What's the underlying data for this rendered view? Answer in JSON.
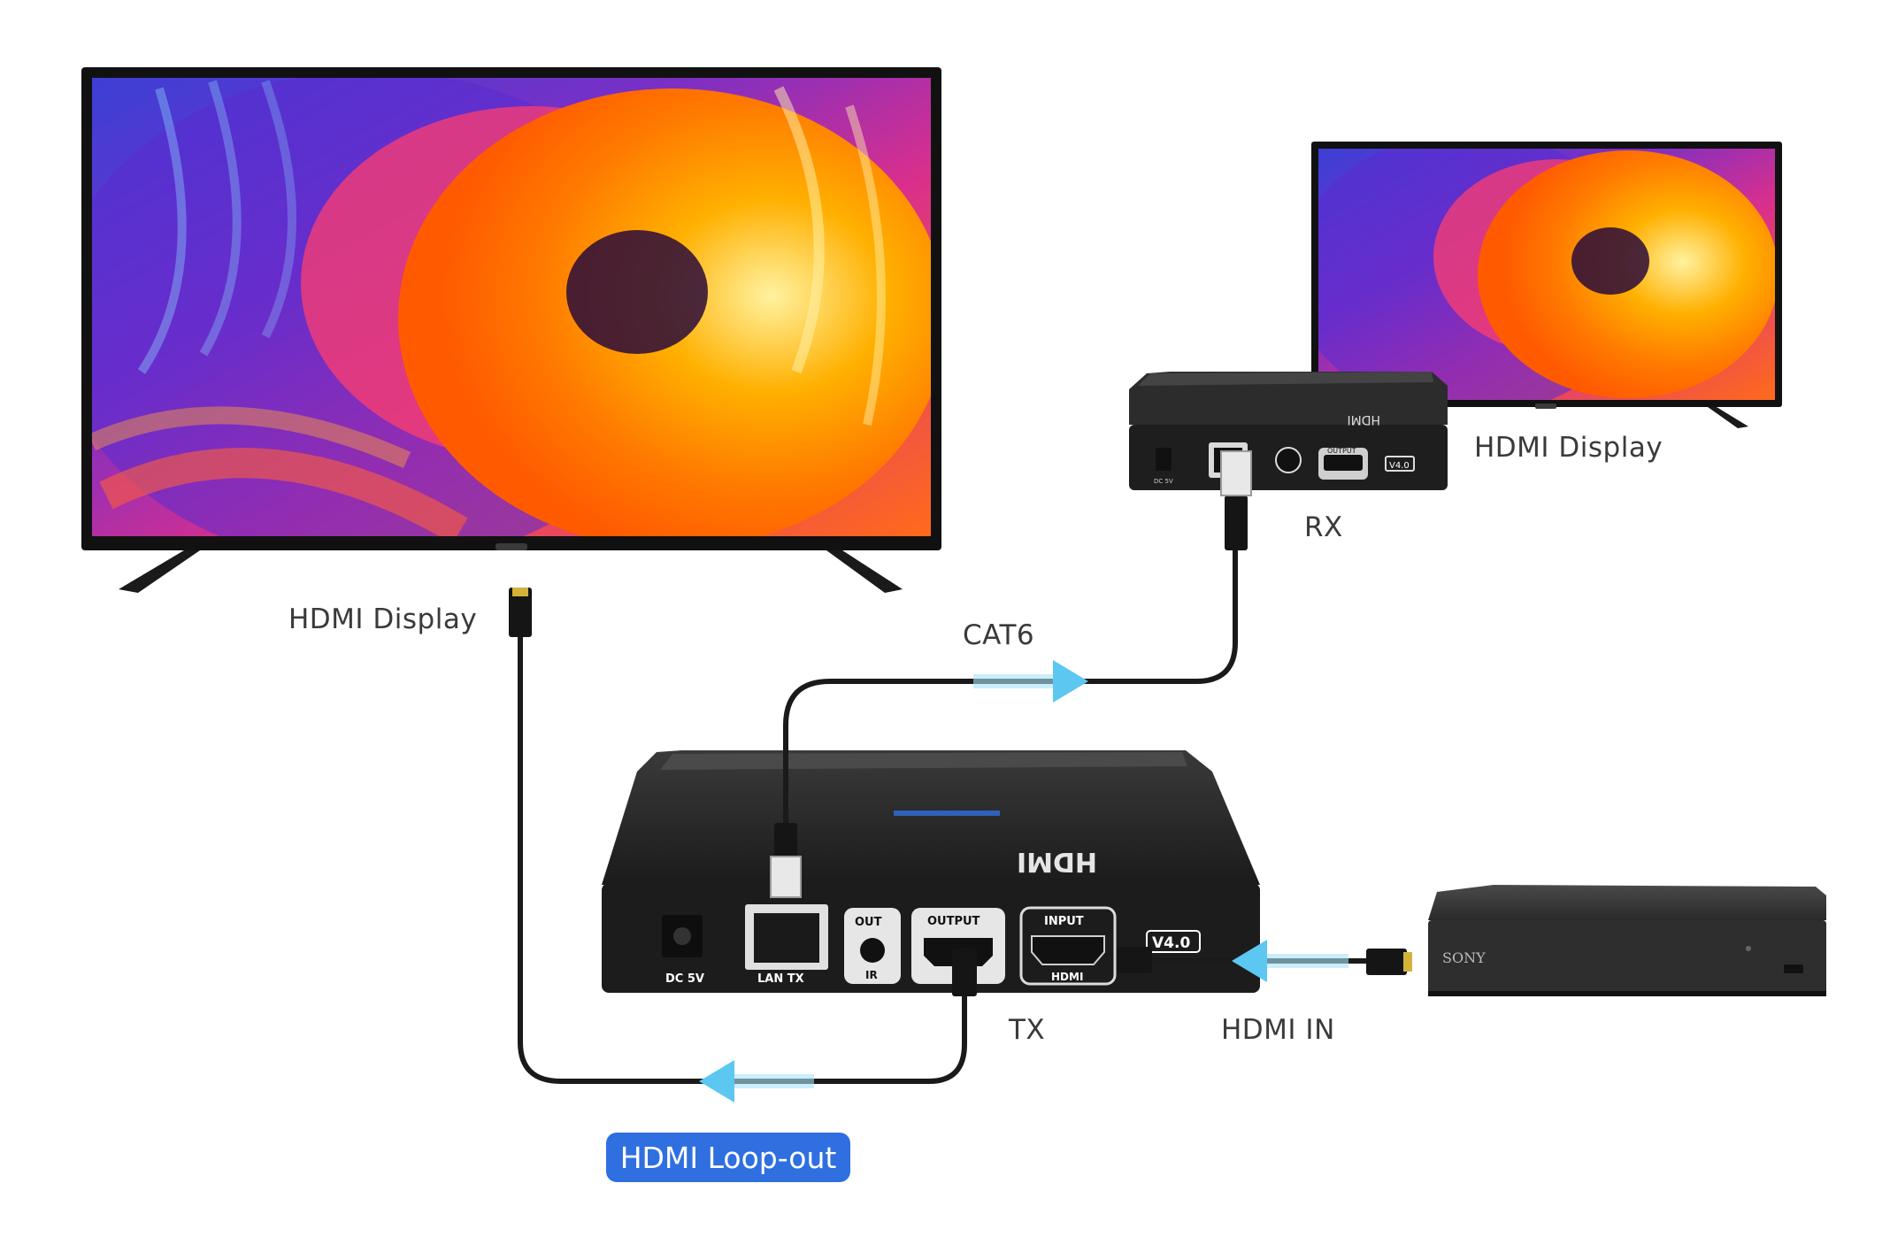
{
  "colors": {
    "cable": "#1a1a1a",
    "arrow": "#5cc8f2",
    "device": "#262626",
    "pill": "#2f6fe0",
    "label": "#3a3a3a"
  },
  "labels": {
    "display_left": "HDMI Display",
    "display_right": "HDMI Display",
    "rx": "RX",
    "tx": "TX",
    "cat6": "CAT6",
    "hdmi_in": "HDMI IN",
    "loop_out": "HDMI Loop-out"
  },
  "tx_unit": {
    "brand": "HDMI",
    "ports": {
      "dc": "DC 5V",
      "lan": "LAN TX",
      "ir_out": "OUT",
      "ir": "IR",
      "output": "OUTPUT",
      "input": "INPUT",
      "input_sub": "HDMI",
      "version": "V4.0"
    }
  },
  "rx_unit": {
    "brand": "HDMI",
    "ports": {
      "dc": "DC 5V",
      "output": "OUTPUT",
      "version": "V4.0"
    }
  },
  "player": {
    "brand": "SONY"
  }
}
